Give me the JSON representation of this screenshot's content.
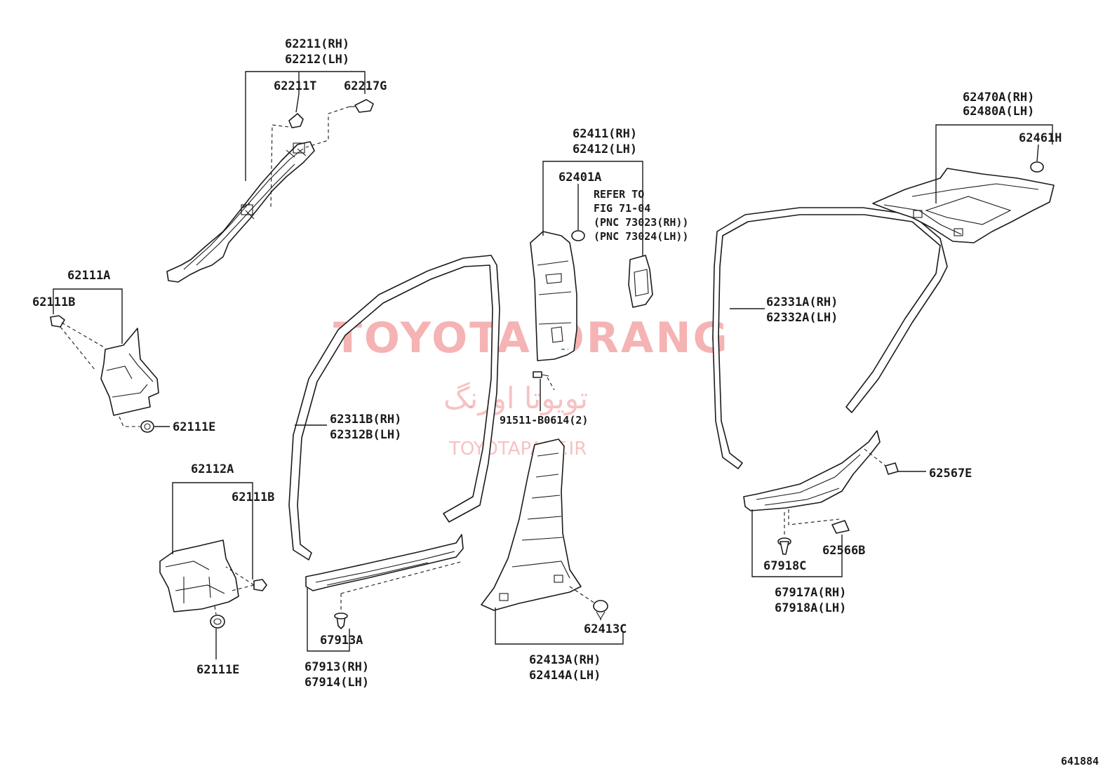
{
  "diagram": {
    "figure_id": "641884",
    "watermark": {
      "brand": "TOYOTA ORANG",
      "persian": "تویوتا اورنگ",
      "site": "TOYOTAPART.IR"
    },
    "labels": {
      "a_pillar_rh": "62211(RH)",
      "a_pillar_lh": "62212(LH)",
      "a_pillar_clip": "62211T",
      "a_pillar_clip2": "62217G",
      "cowl_side": "62111A",
      "cowl_side_clip": "62111B",
      "cowl_side_nut": "62111E",
      "cowl_lower": "62112A",
      "cowl_lower_clip": "62111B",
      "cowl_lower_nut": "62111E",
      "front_weather_rh": "62311B(RH)",
      "front_weather_lh": "62312B(LH)",
      "front_scuff_clip": "67913A",
      "front_scuff_rh": "67913(RH)",
      "front_scuff_lh": "67914(LH)",
      "b_upper_rh": "62411(RH)",
      "b_upper_lh": "62412(LH)",
      "b_upper_clip": "62401A",
      "refer_1": "REFER TO",
      "refer_2": "FIG 71-04",
      "refer_3": "(PNC 73023(RH))",
      "refer_4": "(PNC 73024(LH))",
      "bolt": "91511-B0614(2)",
      "b_lower_rh": "62413A(RH)",
      "b_lower_lh": "62414A(LH)",
      "b_lower_clip": "62413C",
      "rear_weather_rh": "62331A(RH)",
      "rear_weather_lh": "62332A(LH)",
      "c_pillar_rh": "62470A(RH)",
      "c_pillar_lh": "62480A(LH)",
      "c_pillar_clip": "62461H",
      "rear_scuff_clip1": "62567E",
      "rear_scuff_clip2": "62566B",
      "rear_scuff_clip3": "67918C",
      "rear_scuff_rh": "67917A(RH)",
      "rear_scuff_lh": "67918A(LH)"
    }
  }
}
